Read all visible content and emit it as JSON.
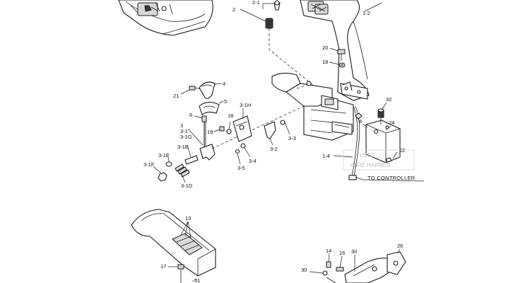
{
  "labels": {
    "p1_2": "1-2",
    "p2_1": "2-1",
    "p2": "2",
    "p20": "20",
    "p18a": "18",
    "p4": "4",
    "p21": "21",
    "p5": "5",
    "p6": "6",
    "p3_1h": "3-1H",
    "p18b": "18",
    "p19": "19",
    "p3": "3",
    "p3_1": "3-1",
    "p3_1g": "3-1G",
    "p3_1b": "3-1B",
    "p3_1e": "3-1E",
    "p3_1f": "3-1F",
    "p3_1d": "3-1D",
    "p3_3": "3-3",
    "p3_2": "3-2",
    "p3_4": "3-4",
    "p3_5": "3-5",
    "p1_4": "1-4",
    "p32": "32",
    "p8": "8",
    "p24": "24",
    "p22": "22",
    "p13": "13",
    "p17": "17",
    "p31": "31",
    "p14": "14",
    "p16": "16",
    "p30a": "30",
    "p30b": "30",
    "p26": "26"
  },
  "notes": {
    "to_controller": "TO CONTROLLER"
  },
  "watermark": {
    "line1": "YNTS",
    "line2": "WIRE HARNES"
  }
}
